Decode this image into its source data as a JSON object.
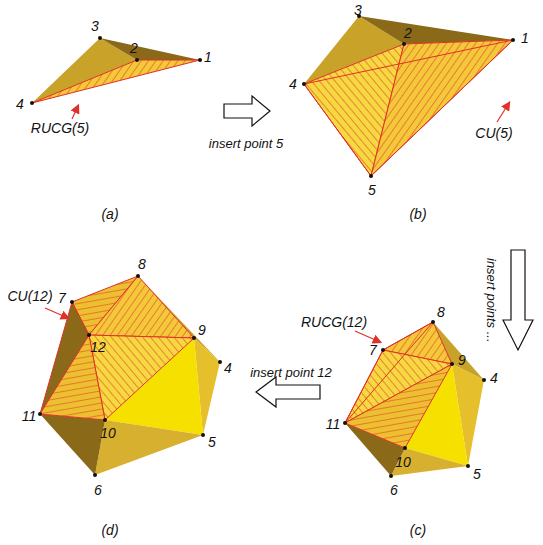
{
  "diagram": {
    "labels": [
      "3",
      "2",
      "1",
      "4",
      "RUCG(5)",
      "insert point 5",
      "(a)",
      "3",
      "2",
      "1",
      "4",
      "5",
      "CU(5)",
      "(b)",
      "insert points ...",
      "CU(12)",
      "8",
      "7",
      "12",
      "9",
      "4",
      "11",
      "10",
      "5",
      "6",
      "(d)",
      "insert point 12",
      "RUCG(12)",
      "8",
      "7",
      "9",
      "4",
      "11",
      "10",
      "5",
      "6",
      "(c)"
    ]
  }
}
